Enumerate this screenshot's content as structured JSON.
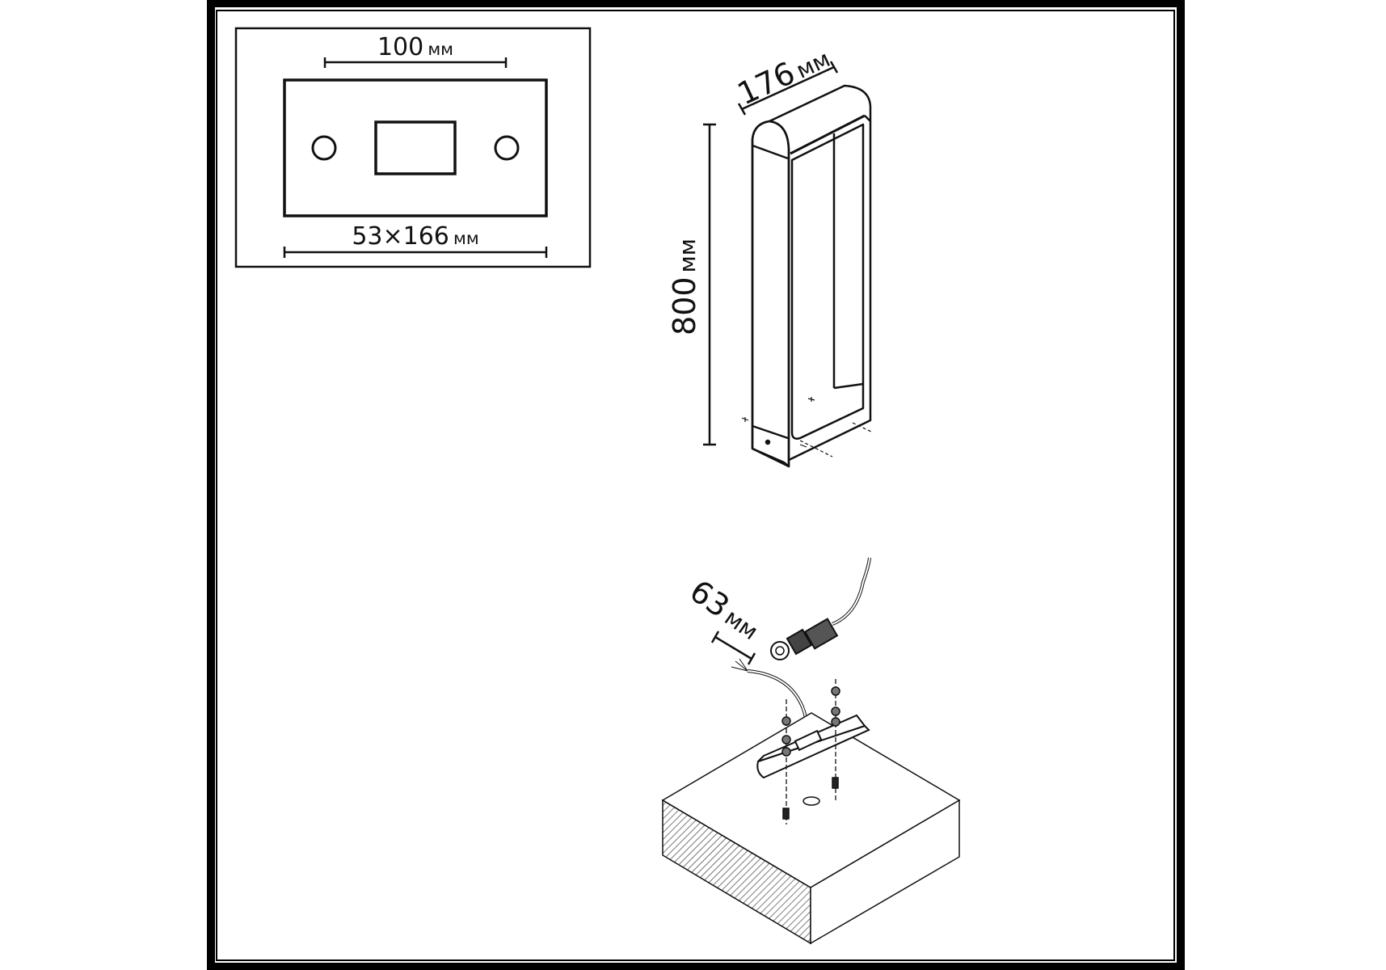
{
  "diagram": {
    "colors": {
      "line": "#111111",
      "frame": "#000000",
      "background": "#ffffff"
    },
    "mounting_plate": {
      "hole_spacing": {
        "value": "100",
        "unit": "мм"
      },
      "plate_size": {
        "value": "53×166",
        "unit": "мм"
      }
    },
    "lamp": {
      "width": {
        "value": "176",
        "unit": "мм"
      },
      "height": {
        "value": "800",
        "unit": "мм"
      },
      "depth": {
        "value": "63",
        "unit": "мм"
      }
    }
  }
}
